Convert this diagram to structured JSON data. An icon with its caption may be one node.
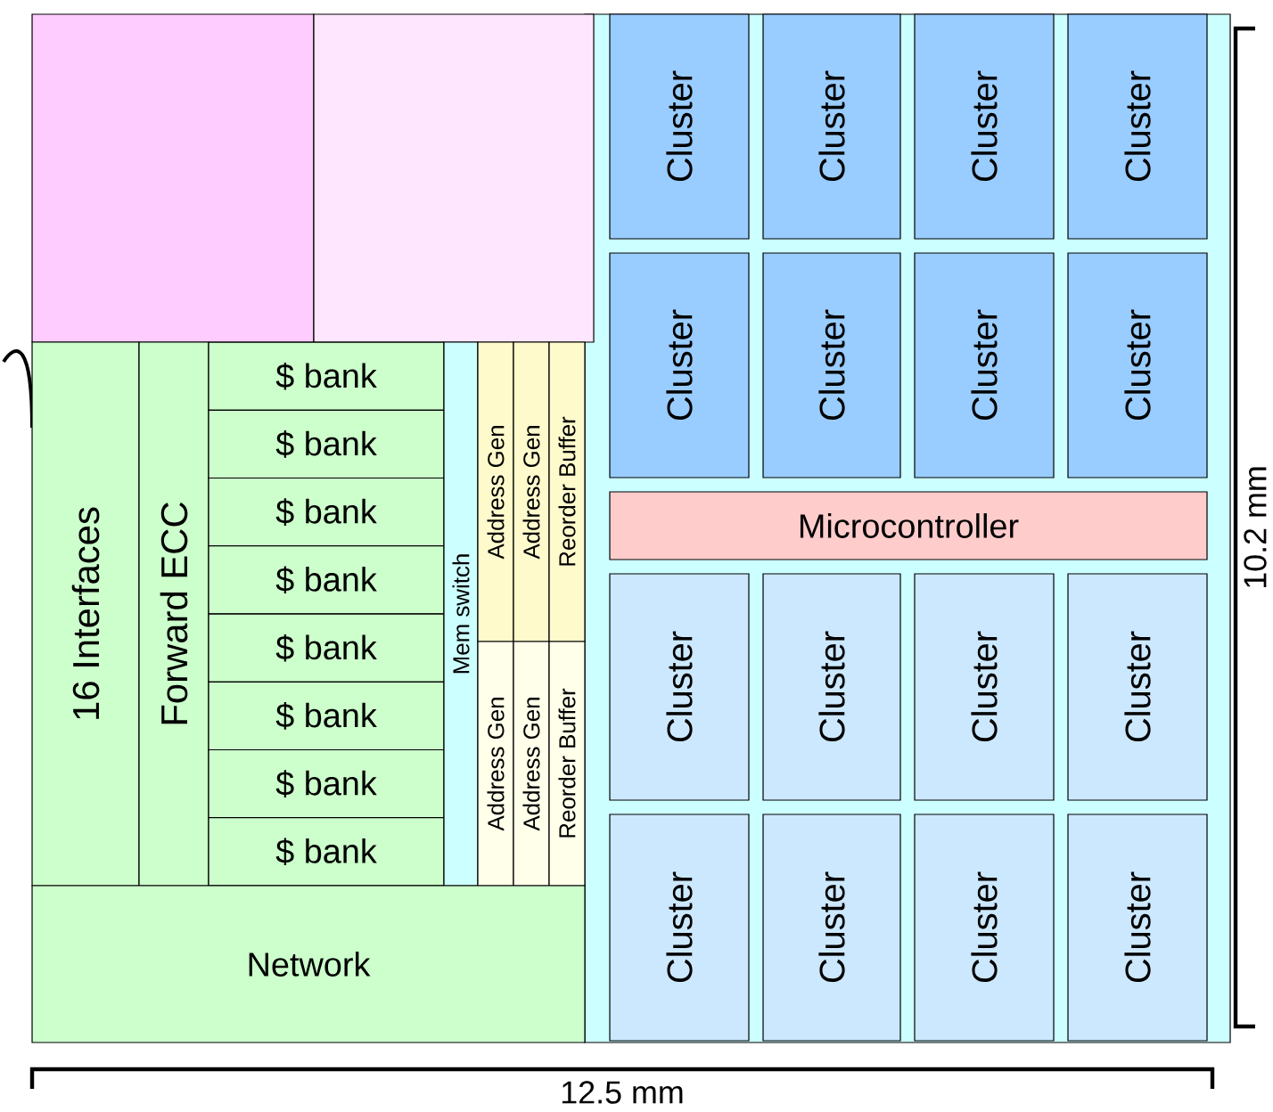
{
  "diagram": {
    "nodes": [
      {
        "text": [],
        "shape": "box"
      },
      {
        "text": [],
        "shape": "box"
      },
      {
        "text": [
          "16 Interfaces"
        ]
      },
      {
        "text": [
          "Forward ECC"
        ]
      },
      {
        "text": [
          "$ bank"
        ]
      },
      {
        "text": [
          "$ bank"
        ]
      },
      {
        "text": [
          "$ bank"
        ]
      },
      {
        "text": [
          "$ bank"
        ]
      },
      {
        "text": [
          "$ bank"
        ]
      },
      {
        "text": [
          "$ bank"
        ]
      },
      {
        "text": [
          "$ bank"
        ]
      },
      {
        "text": [
          "$ bank"
        ]
      },
      {
        "text": [
          "Mem switch"
        ]
      },
      {
        "text": [
          "Address Gen"
        ]
      },
      {
        "text": [
          "Address Gen"
        ]
      },
      {
        "text": [
          "Reorder Buffer"
        ]
      },
      {
        "text": [
          "Address Gen"
        ]
      },
      {
        "text": [
          "Address Gen"
        ]
      },
      {
        "text": [
          "Reorder Buffer"
        ]
      },
      {
        "text": [
          "Network"
        ]
      },
      {
        "text": [
          "Cluster"
        ]
      },
      {
        "text": [
          "Cluster"
        ]
      },
      {
        "text": [
          "Cluster"
        ]
      },
      {
        "text": [
          "Cluster"
        ]
      },
      {
        "text": [
          "Cluster"
        ]
      },
      {
        "text": [
          "Cluster"
        ]
      },
      {
        "text": [
          "Cluster"
        ]
      },
      {
        "text": [
          "Cluster"
        ]
      },
      {
        "text": [
          "Microcontroller"
        ]
      },
      {
        "text": [
          "Cluster"
        ]
      },
      {
        "text": [
          "Cluster"
        ]
      },
      {
        "text": [
          "Cluster"
        ]
      },
      {
        "text": [
          "Cluster"
        ]
      },
      {
        "text": [
          "Cluster"
        ]
      },
      {
        "text": [
          "Cluster"
        ]
      },
      {
        "text": [
          "Cluster"
        ]
      },
      {
        "text": [
          "Cluster"
        ]
      }
    ],
    "labels": [
      "10.2 mm",
      "12.5 mm"
    ]
  }
}
